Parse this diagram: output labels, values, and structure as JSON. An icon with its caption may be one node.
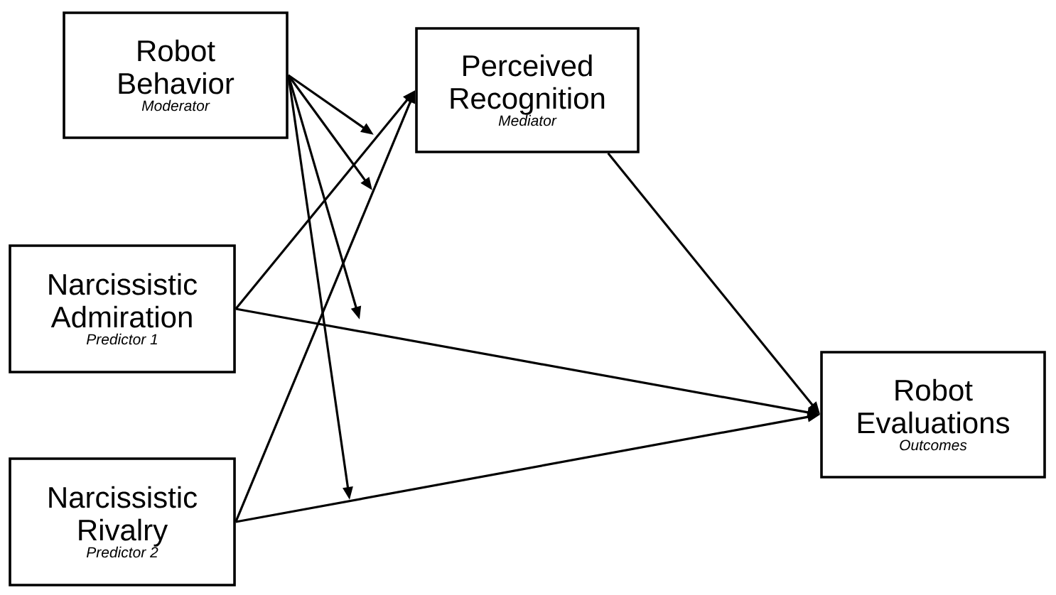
{
  "diagram": {
    "nodes": [
      {
        "text": [
          "Robot Behavior",
          "Moderator"
        ]
      },
      {
        "text": [
          "Perceived Recognition",
          "Mediator"
        ]
      },
      {
        "text": [
          "Narcissistic Admiration",
          "Predictor 1"
        ]
      },
      {
        "text": [
          "Robot Evaluations",
          "Outcomes"
        ]
      },
      {
        "text": [
          "Narcissistic Rivalry",
          "Predictor 2"
        ]
      }
    ],
    "edges": [
      {
        "from": 2,
        "to": 1,
        "arrow": "to"
      },
      {
        "from": 4,
        "to": 1,
        "arrow": "to"
      },
      {
        "from": 2,
        "to": 3,
        "arrow": "to"
      },
      {
        "from": 4,
        "to": 3,
        "arrow": "to"
      },
      {
        "from": 1,
        "to": 3,
        "arrow": "to"
      },
      {
        "from": 0,
        "to": null,
        "arrow": "to"
      },
      {
        "from": 0,
        "to": null,
        "arrow": "to"
      },
      {
        "from": 0,
        "to": null,
        "arrow": "to"
      },
      {
        "from": 0,
        "to": null,
        "arrow": "to"
      }
    ]
  }
}
